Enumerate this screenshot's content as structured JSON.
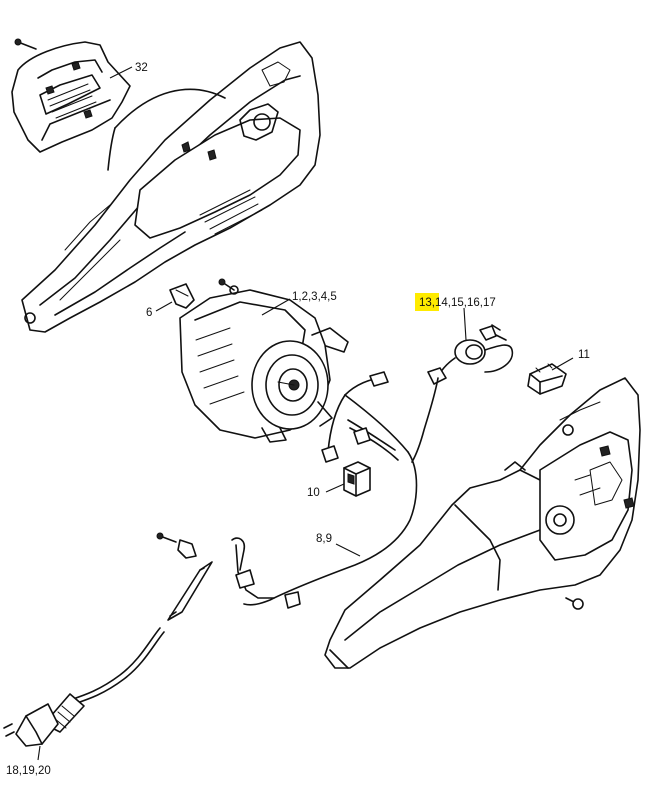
{
  "callouts": {
    "housing_cover": "32",
    "motor": "1,2,3,4,5",
    "motor_clip": "6",
    "switch_wiring_a": "13",
    "switch_wiring_b": ",14,15,16,17",
    "cable_plug": "11",
    "switch": "10",
    "harness": "8,9",
    "power_cord": "18,19,20"
  },
  "highlight_color": "#ffeb00"
}
